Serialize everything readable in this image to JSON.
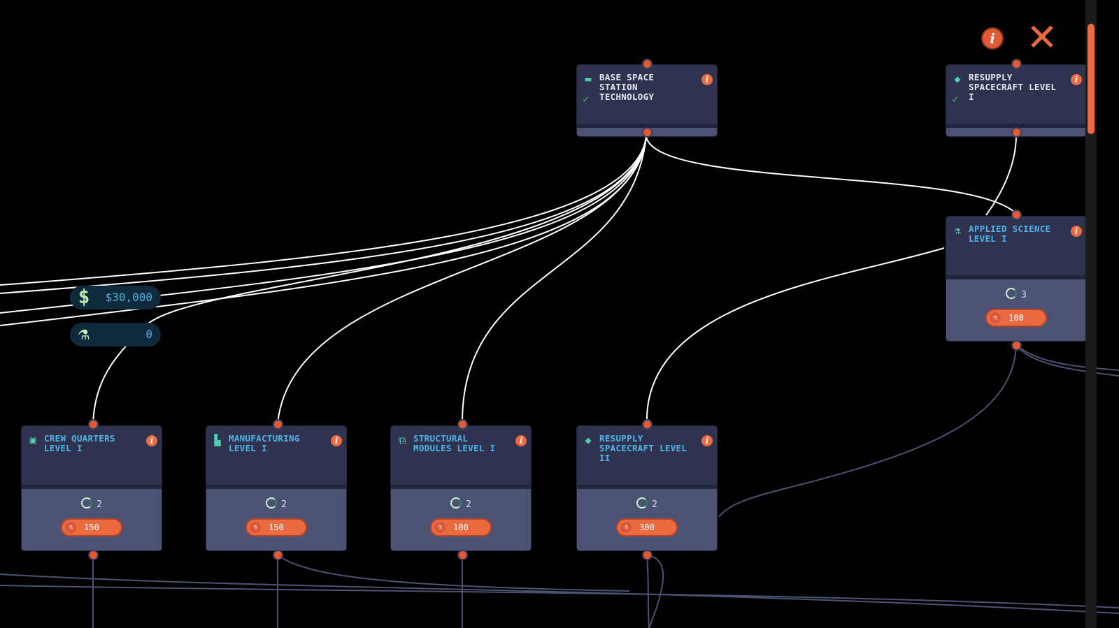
{
  "resources": {
    "money": {
      "icon": "dollar-icon",
      "glyph": "$",
      "value": "$30,000"
    },
    "science": {
      "icon": "microscope-icon",
      "glyph": "⚗",
      "value": "0"
    }
  },
  "controls": {
    "info_glyph": "i",
    "close_glyph": "✕"
  },
  "nodes": {
    "base_station": {
      "title": "BASE SPACE STATION TECHNOLOGY",
      "icon": "station-icon",
      "icon_glyph": "▬",
      "completed": true,
      "check": "✓"
    },
    "resupply_1": {
      "title": "RESUPPLY SPACECRAFT LEVEL I",
      "icon": "spacecraft-icon",
      "icon_glyph": "◆",
      "completed": true,
      "check": "✓"
    },
    "applied_science": {
      "title": "APPLIED SCIENCE LEVEL I",
      "icon": "microscope-icon",
      "icon_glyph": "⚗",
      "time": "3",
      "cost": "100"
    },
    "crew_quarters": {
      "title": "CREW QUARTERS LEVEL I",
      "icon": "bed-icon",
      "icon_glyph": "▣",
      "time": "2",
      "cost": "150"
    },
    "manufacturing": {
      "title": "MANUFACTURING LEVEL I",
      "icon": "factory-icon",
      "icon_glyph": "▙",
      "time": "2",
      "cost": "150"
    },
    "structural": {
      "title": "STRUCTURAL MODULES LEVEL I",
      "icon": "module-icon",
      "icon_glyph": "⧉",
      "time": "2",
      "cost": "100"
    },
    "resupply_2": {
      "title": "RESUPPLY SPACECRAFT LEVEL II",
      "icon": "spacecraft-icon",
      "icon_glyph": "◆",
      "time": "2",
      "cost": "300"
    }
  },
  "colors": {
    "background": "#000000",
    "node_panel": "#2f3350",
    "node_footer": "#4c5272",
    "accent_orange": "#ec6a3f",
    "title_blue": "#4fb3e8",
    "check_green": "#3cc25a",
    "link_active": "#ffffff",
    "link_inactive": "#4c5272"
  }
}
